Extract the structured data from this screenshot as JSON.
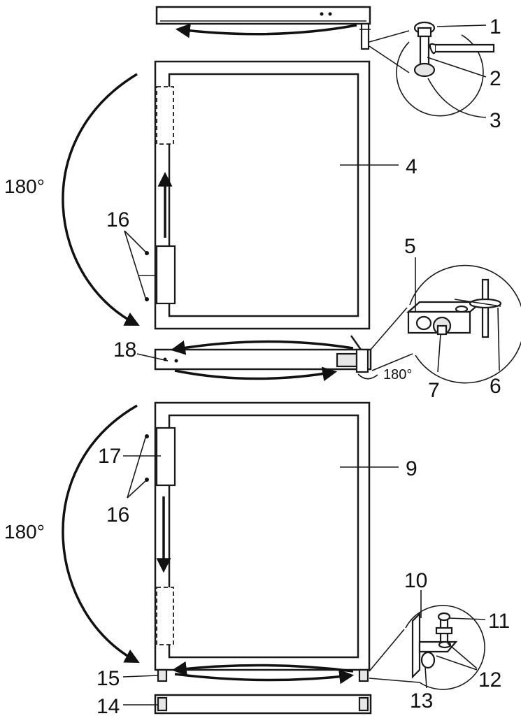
{
  "labels": {
    "n1": "1",
    "n2": "2",
    "n3": "3",
    "n4": "4",
    "n5": "5",
    "n6": "6",
    "n7": "7",
    "n9": "9",
    "n10": "10",
    "n11": "11",
    "n12": "12",
    "n13": "13",
    "n14": "14",
    "n15": "15",
    "n16a": "16",
    "n16b": "16",
    "n17": "17",
    "n18": "18"
  },
  "angles": {
    "upper": "180°",
    "middle": "180°",
    "lower": "180°"
  }
}
